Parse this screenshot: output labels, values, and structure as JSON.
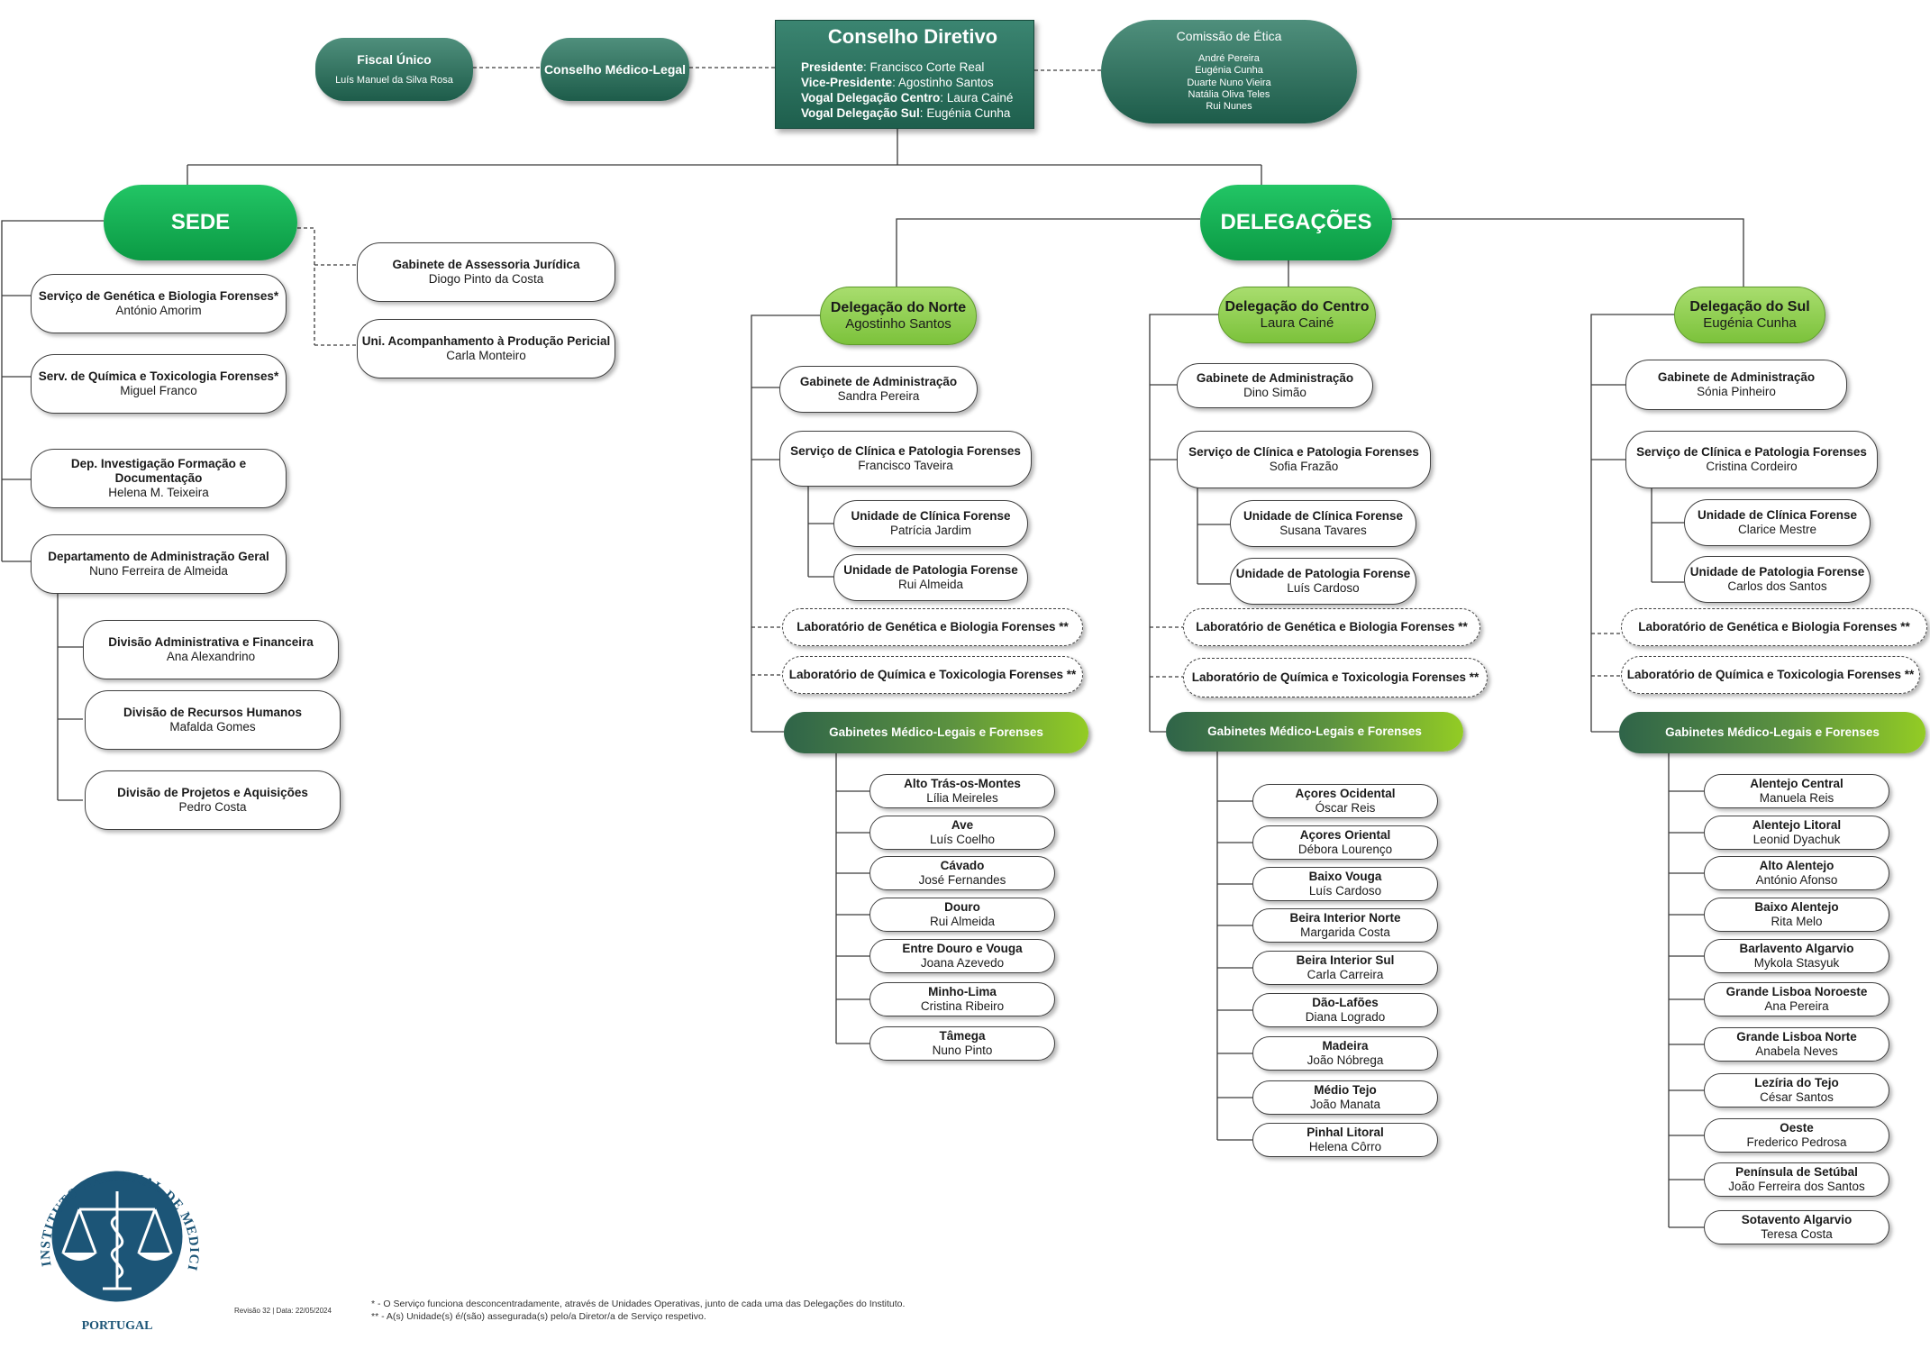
{
  "top": {
    "fiscal": {
      "title": "Fiscal Único",
      "name": "Luís Manuel da Silva Rosa"
    },
    "medico_legal": "Conselho Médico-Legal",
    "conselho": {
      "title": "Conselho Diretivo",
      "rows": [
        {
          "role": "Presidente",
          "sep": ": ",
          "name": "Francisco Corte Real"
        },
        {
          "role": "Vice-Presidente",
          "sep": ": ",
          "name": "Agostinho Santos"
        },
        {
          "role": "Vogal Delegação Centro",
          "sep": ": ",
          "name": "Laura Cainé"
        },
        {
          "role": "Vogal Delegação Sul",
          "sep": ": ",
          "name": "Eugénia Cunha"
        }
      ]
    },
    "etica": {
      "title": "Comissão de Ética",
      "members": [
        "André Pereira",
        "Eugénia Cunha",
        "Duarte Nuno Vieira",
        "Natália Oliva Teles",
        "Rui Nunes"
      ]
    }
  },
  "sede": {
    "label": "SEDE",
    "gabinetes": [
      {
        "title": "Gabinete de Assessoria Jurídica",
        "name": "Diogo Pinto da Costa"
      },
      {
        "title": "Uni. Acompanhamento à Produção Pericial",
        "name": "Carla Monteiro"
      }
    ],
    "servicos": [
      {
        "title": "Serviço de Genética e Biologia Forenses*",
        "name": "António Amorim"
      },
      {
        "title": "Serv. de Química e Toxicologia Forenses*",
        "name": "Miguel Franco"
      },
      {
        "title": "Dep. Investigação Formação e Documentação",
        "name": "Helena M. Teixeira"
      },
      {
        "title": "Departamento de Administração Geral",
        "name": "Nuno Ferreira de Almeida"
      }
    ],
    "divisoes": [
      {
        "title": "Divisão Administrativa e Financeira",
        "name": "Ana Alexandrino"
      },
      {
        "title": "Divisão de Recursos Humanos",
        "name": "Mafalda Gomes"
      },
      {
        "title": "Divisão de Projetos e Aquisições",
        "name": "Pedro Costa"
      }
    ]
  },
  "delegacoes": {
    "label": "DELEGAÇÕES",
    "norte": {
      "title": "Delegação do Norte",
      "name": "Agostinho Santos",
      "gab": {
        "title": "Gabinete de Administração",
        "name": "Sandra Pereira"
      },
      "serv": {
        "title": "Serviço de Clínica e Patologia Forenses",
        "name": "Francisco Taveira"
      },
      "uc": {
        "title": "Unidade de Clínica Forense",
        "name": "Patrícia Jardim"
      },
      "up": {
        "title": "Unidade de Patologia Forense",
        "name": "Rui Almeida"
      },
      "lab1": "Laboratório de Genética e Biologia Forenses **",
      "lab2": "Laboratório de Química e Toxicologia Forenses **",
      "gml": "Gabinetes Médico-Legais e Forenses",
      "gabinetes": [
        {
          "t": "Alto Trás-os-Montes",
          "n": "Lília Meireles"
        },
        {
          "t": "Ave",
          "n": "Luís Coelho"
        },
        {
          "t": "Cávado",
          "n": "José Fernandes"
        },
        {
          "t": "Douro",
          "n": "Rui Almeida"
        },
        {
          "t": "Entre Douro e Vouga",
          "n": "Joana Azevedo"
        },
        {
          "t": "Minho-Lima",
          "n": "Cristina Ribeiro"
        },
        {
          "t": "Tâmega",
          "n": "Nuno Pinto"
        }
      ]
    },
    "centro": {
      "title": "Delegação do Centro",
      "name": "Laura Cainé",
      "gab": {
        "title": "Gabinete de Administração",
        "name": "Dino Simão"
      },
      "serv": {
        "title": "Serviço de Clínica e Patologia Forenses",
        "name": "Sofia Frazão"
      },
      "uc": {
        "title": "Unidade de Clínica Forense",
        "name": "Susana Tavares"
      },
      "up": {
        "title": "Unidade de Patologia Forense",
        "name": "Luís Cardoso"
      },
      "lab1": "Laboratório de Genética e Biologia Forenses **",
      "lab2": "Laboratório de Química e Toxicologia Forenses **",
      "gml": "Gabinetes Médico-Legais e Forenses",
      "gabinetes": [
        {
          "t": "Açores Ocidental",
          "n": "Óscar Reis"
        },
        {
          "t": "Açores Oriental",
          "n": "Débora Lourenço"
        },
        {
          "t": "Baixo Vouga",
          "n": "Luís Cardoso"
        },
        {
          "t": "Beira Interior Norte",
          "n": "Margarida Costa"
        },
        {
          "t": "Beira Interior Sul",
          "n": "Carla Carreira"
        },
        {
          "t": "Dão-Lafões",
          "n": "Diana Logrado"
        },
        {
          "t": "Madeira",
          "n": "João Nóbrega"
        },
        {
          "t": "Médio Tejo",
          "n": "João Manata"
        },
        {
          "t": "Pinhal Litoral",
          "n": "Helena Côrro"
        }
      ]
    },
    "sul": {
      "title": "Delegação do Sul",
      "name": "Eugénia Cunha",
      "gab": {
        "title": "Gabinete de Administração",
        "name": "Sónia Pinheiro"
      },
      "serv": {
        "title": "Serviço de Clínica e Patologia Forenses",
        "name": "Cristina Cordeiro"
      },
      "uc": {
        "title": "Unidade de Clínica Forense",
        "name": "Clarice Mestre"
      },
      "up": {
        "title": "Unidade de Patologia Forense",
        "name": "Carlos dos Santos"
      },
      "lab1": "Laboratório de Genética e Biologia Forenses **",
      "lab2": "Laboratório de Química e Toxicologia Forenses **",
      "gml": "Gabinetes Médico-Legais e Forenses",
      "gabinetes": [
        {
          "t": "Alentejo Central",
          "n": "Manuela Reis"
        },
        {
          "t": "Alentejo Litoral",
          "n": "Leonid Dyachuk"
        },
        {
          "t": "Alto Alentejo",
          "n": "António Afonso"
        },
        {
          "t": "Baixo Alentejo",
          "n": "Rita Melo"
        },
        {
          "t": "Barlavento Algarvio",
          "n": "Mykola Stasyuk"
        },
        {
          "t": "Grande Lisboa Noroeste",
          "n": "Ana Pereira"
        },
        {
          "t": "Grande Lisboa Norte",
          "n": "Anabela Neves"
        },
        {
          "t": "Lezíria do Tejo",
          "n": "César Santos"
        },
        {
          "t": "Oeste",
          "n": "Frederico Pedrosa"
        },
        {
          "t": "Península de Setúbal",
          "n": "João Ferreira dos Santos"
        },
        {
          "t": "Sotavento Algarvio",
          "n": "Teresa Costa"
        }
      ]
    }
  },
  "logo": {
    "ring_text": "INSTITUTO NACIONAL DE MEDICINA LEGAL E CIÊNCIAS FORENSES, I.P.",
    "country": "PORTUGAL"
  },
  "footer": {
    "revision": "Revisão 32 | Data: 22/05/2024",
    "note1": "* - O Serviço funciona desconcentradamente, através de Unidades Operativas, junto de cada uma das Delegações do Instituto.",
    "note2": "** - A(s) Unidade(s) é/(são) assegurada(s) pelo/a Diretor/a de Serviço respetivo."
  }
}
